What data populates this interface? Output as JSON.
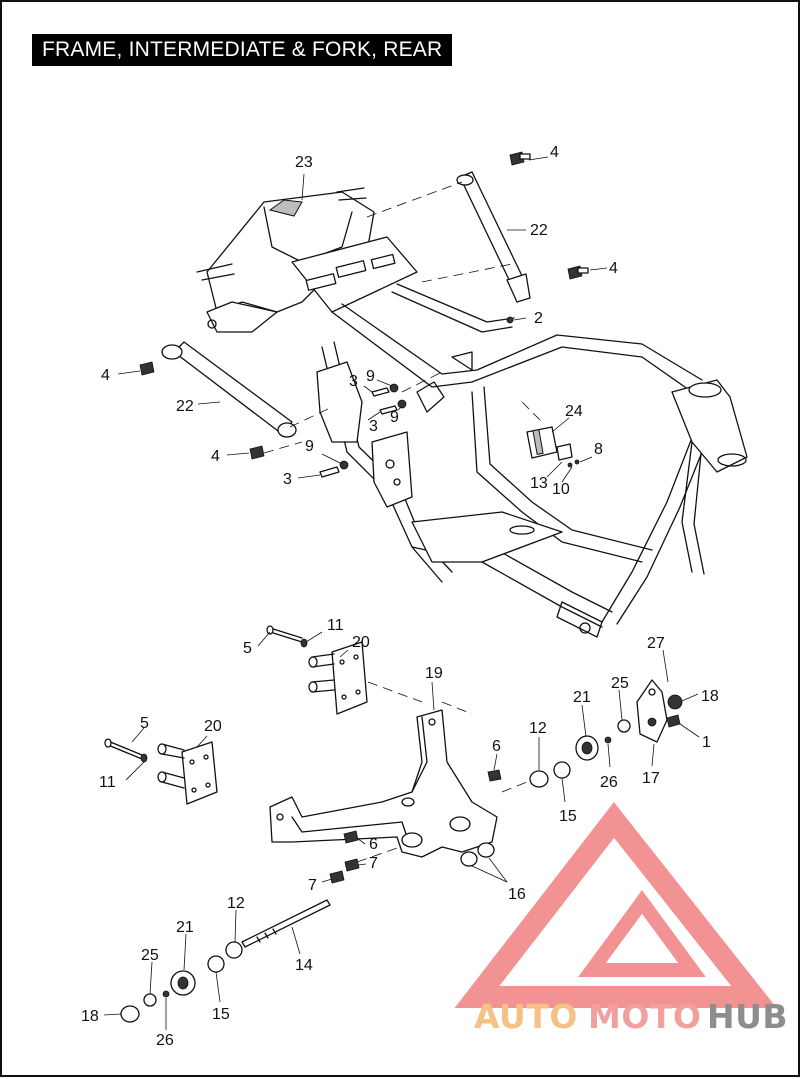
{
  "title": "FRAME, INTERMEDIATE & FORK, REAR",
  "watermark": {
    "part1": "AUTO",
    "part2": "MOTO",
    "part3": "HUB",
    "colors": {
      "auto": "#f4b870",
      "moto": "#ef8f8f",
      "hub": "#7a7a7a",
      "logo": "#f08080"
    }
  },
  "callouts": {
    "c23": "23",
    "c4a": "4",
    "c22a": "22",
    "c4b": "4",
    "c2": "2",
    "c4c": "4",
    "c22b": "22",
    "c4d": "4",
    "c3a": "3",
    "c9a": "9",
    "c3b": "3",
    "c9b": "9",
    "c9c": "9",
    "c3c": "3",
    "c24": "24",
    "c8": "8",
    "c13": "13",
    "c10": "10",
    "c11a": "11",
    "c5a": "5",
    "c20a": "20",
    "c27": "27",
    "c19": "19",
    "c21a": "21",
    "c25a": "25",
    "c18a": "18",
    "c5b": "5",
    "c20b": "20",
    "c12a": "12",
    "c6a": "6",
    "c26a": "26",
    "c1": "1",
    "c11b": "11",
    "c15a": "15",
    "c17": "17",
    "c6b": "6",
    "c7a": "7",
    "c7b": "7",
    "c16": "16",
    "c12b": "12",
    "c21b": "21",
    "c14": "14",
    "c25b": "25",
    "c18b": "18",
    "c15b": "15",
    "c26b": "26"
  }
}
